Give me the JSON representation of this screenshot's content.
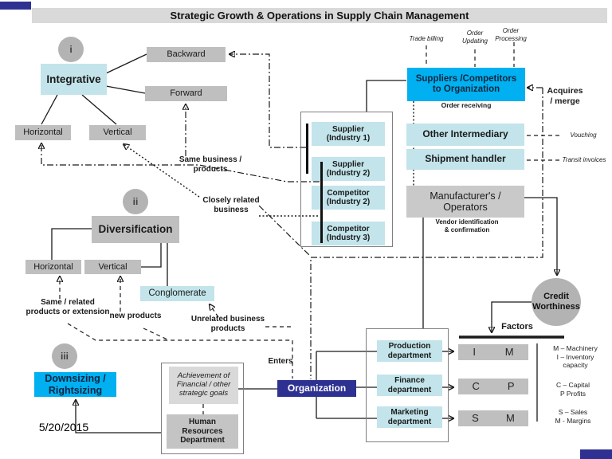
{
  "title": "Strategic Growth & Operations in Supply Chain Management",
  "date": "5/20/2015",
  "colors": {
    "cyan": "#00b0f0",
    "pale_blue": "#c2e4ea",
    "gray": "#bfbfbf",
    "navy": "#2e3192",
    "title_bar": "#d9d9d9"
  },
  "sections": {
    "integrative": {
      "marker": "i",
      "label": "Integrative",
      "backward": "Backward",
      "forward": "Forward",
      "horizontal": "Horizontal",
      "vertical": "Vertical",
      "same_business": "Same  business /\nproducts",
      "closely_related": "Closely related\nbusiness"
    },
    "diversification": {
      "marker": "ii",
      "label": "Diversification",
      "horizontal": "Horizontal",
      "vertical": "Vertical",
      "conglomerate": "Conglomerate",
      "same_related": "Same / related\nproducts or extension",
      "new_products": "new products",
      "unrelated": "Unrelated business\nproducts"
    },
    "downsizing": {
      "marker": "iii",
      "label": "Downsizing /\nRightsizing"
    }
  },
  "suppliers_panel": {
    "items": [
      {
        "text": "Supplier\n(Industry 1)"
      },
      {
        "text": "Supplier\n(Industry 2)"
      },
      {
        "text": "Competitor\n(Industry 2)"
      },
      {
        "text": "Competitor\n(Industry 3)"
      }
    ]
  },
  "supply_chain": {
    "suppliers_competitors": "Suppliers /Competitors\nto Organization",
    "order_receiving": "Order receiving",
    "trade_billing": "Trade billing",
    "order_updating": "Order\nUpdating",
    "order_processing": "Order\nProcessing",
    "acquires_merge": "Acquires\n/ merge",
    "other_intermediary": "Other Intermediary",
    "shipment_handler": "Shipment handler",
    "vouching": "Vouching",
    "transit_invoices": "Transit invoices",
    "manufacturers": "Manufacturer's /\nOperators",
    "vendor_identification": "Vendor identification\n& confirmation"
  },
  "organization": {
    "label": "Organization",
    "enters": "Enters",
    "achievement": "Achievement of\nFinancial / other\nstrategic  goals",
    "hr": "Human\nResources\nDepartment"
  },
  "departments": {
    "production": "Production\ndepartment",
    "finance": "Finance\ndepartment",
    "marketing": "Marketing\ndepartment"
  },
  "factors": {
    "heading": "Factors",
    "credit_worthiness": "Credit\nWorthiness",
    "rows": [
      {
        "left": "I",
        "right": "M",
        "legend": "M – Machinery\nI – Inventory\ncapacity"
      },
      {
        "left": "C",
        "right": "P",
        "legend": "C – Capital\nP  Profits"
      },
      {
        "left": "S",
        "right": "M",
        "legend": "S – Sales\nM - Margins"
      }
    ]
  }
}
